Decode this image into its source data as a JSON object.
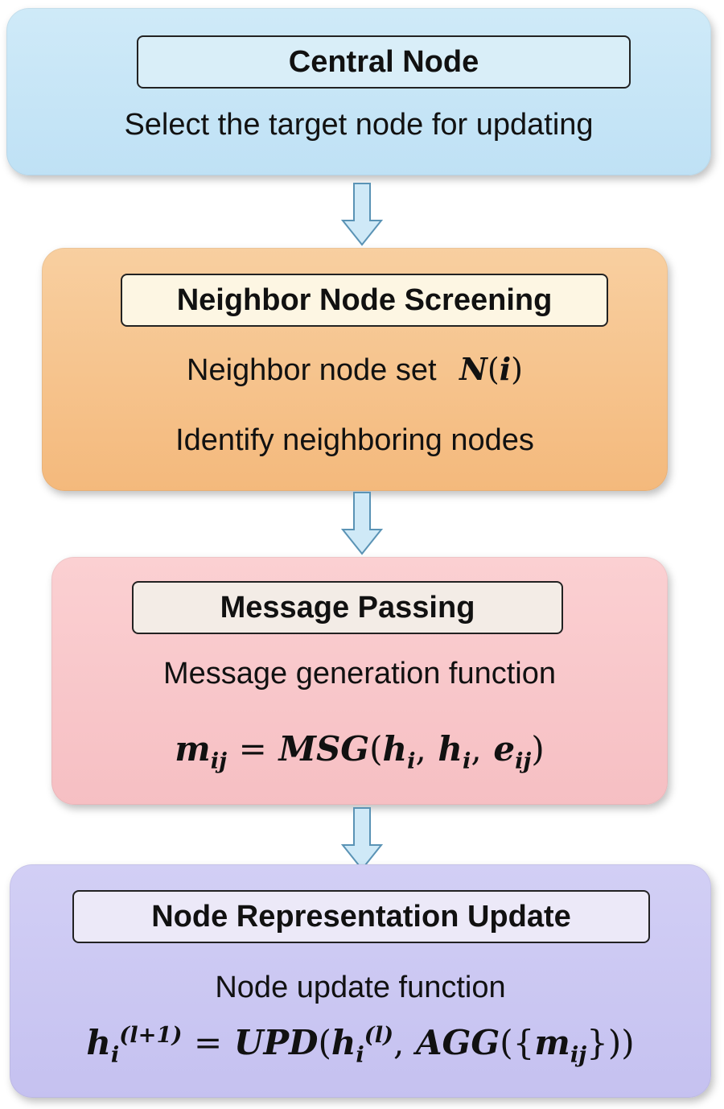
{
  "stages": [
    {
      "title": "Central Node",
      "description": "Select the target node for updating"
    },
    {
      "title": "Neighbor Node Screening",
      "label": "Neighbor node set",
      "description": "Identify neighboring nodes"
    },
    {
      "title": "Message Passing",
      "label": "Message generation function"
    },
    {
      "title": "Node Representation Update",
      "label": "Node update function"
    }
  ],
  "colors": {
    "central": "#bfe1f5",
    "neighbor": "#f4b97c",
    "message": "#f6bfc3",
    "update": "#c5c1f0",
    "arrow": "#cfe9f7"
  }
}
